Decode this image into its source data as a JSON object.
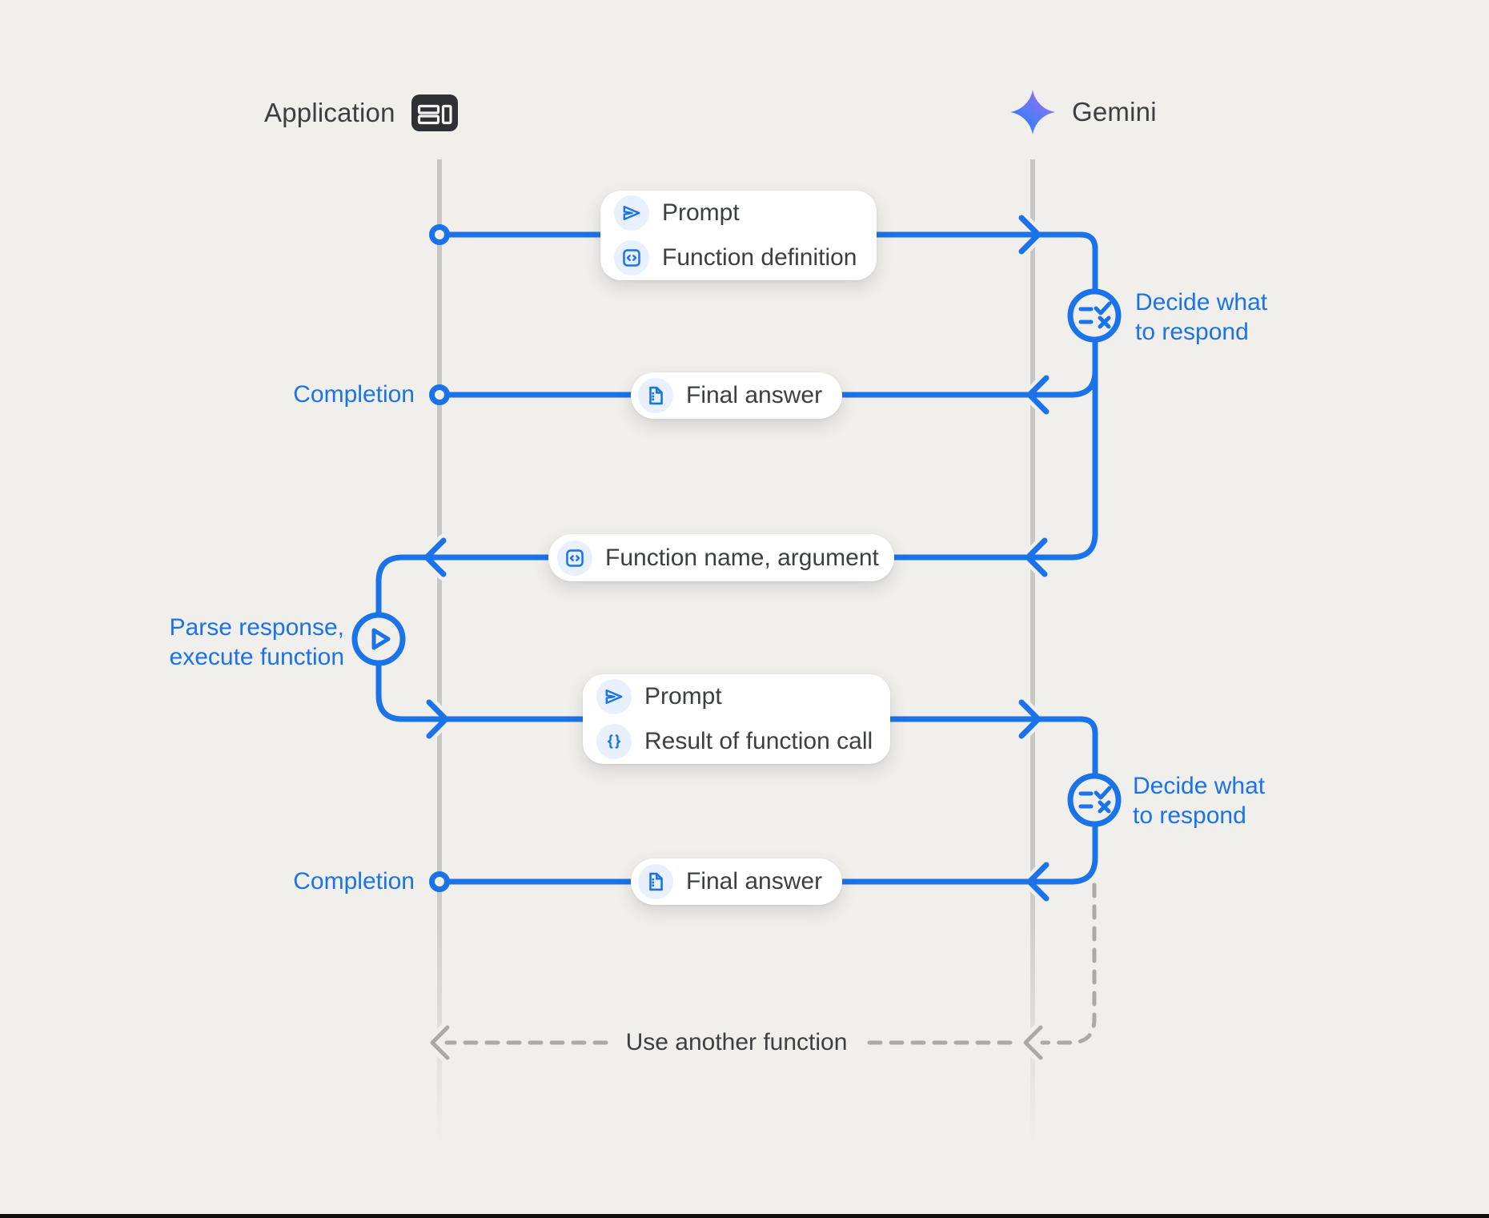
{
  "header": {
    "application": {
      "label": "Application",
      "icon": "app-window-icon"
    },
    "gemini": {
      "label": "Gemini",
      "icon": "gemini-sparkle-icon"
    }
  },
  "flow": {
    "request1": {
      "rows": [
        {
          "icon": "send-icon",
          "label": "Prompt"
        },
        {
          "icon": "code-box-icon",
          "label": "Function definition"
        }
      ]
    },
    "decide1": {
      "line1": "Decide what",
      "line2": "to respond",
      "icon": "rule-checklist-icon"
    },
    "completion1": {
      "label": "Completion"
    },
    "final_answer1": {
      "icon": "document-icon",
      "label": "Final answer"
    },
    "function_call": {
      "icon": "code-box-icon",
      "label": "Function name, argument"
    },
    "parse": {
      "line1": "Parse response,",
      "line2": "execute function",
      "icon": "play-icon"
    },
    "request2": {
      "rows": [
        {
          "icon": "send-icon",
          "label": "Prompt"
        },
        {
          "icon": "braces-icon",
          "label": "Result of function call"
        }
      ]
    },
    "decide2": {
      "line1": "Decide what",
      "line2": "to respond",
      "icon": "rule-checklist-icon"
    },
    "completion2": {
      "label": "Completion"
    },
    "final_answer2": {
      "icon": "document-icon",
      "label": "Final answer"
    },
    "use_another": {
      "label": "Use another function"
    }
  },
  "colors": {
    "accent_blue": "#1A73E8",
    "chip_blue": "#E8F0FE",
    "background": "#F1EFEC",
    "text_dark": "#3C4043",
    "lifeline_gray": "#C9C7C3",
    "dashed_gray": "#ACAAA6",
    "gemini_gradient_start": "#3079F8",
    "gemini_gradient_end": "#A06CF1"
  }
}
